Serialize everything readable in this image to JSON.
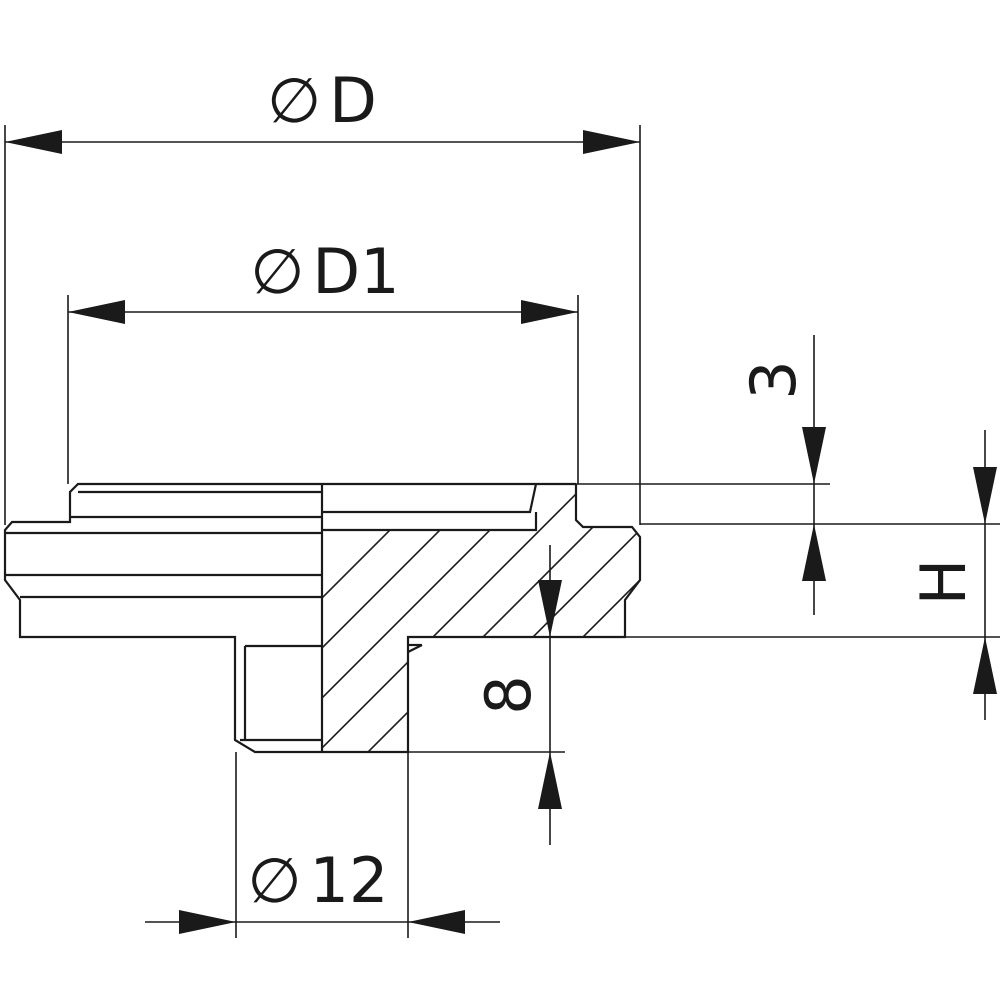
{
  "diagram": {
    "dimensions": {
      "outer_diameter": "D",
      "inner_diameter": "D1",
      "shank_diameter": "12",
      "top_step": "3",
      "height": "H",
      "shank_length": "8"
    },
    "diameter_symbol": "∅"
  }
}
